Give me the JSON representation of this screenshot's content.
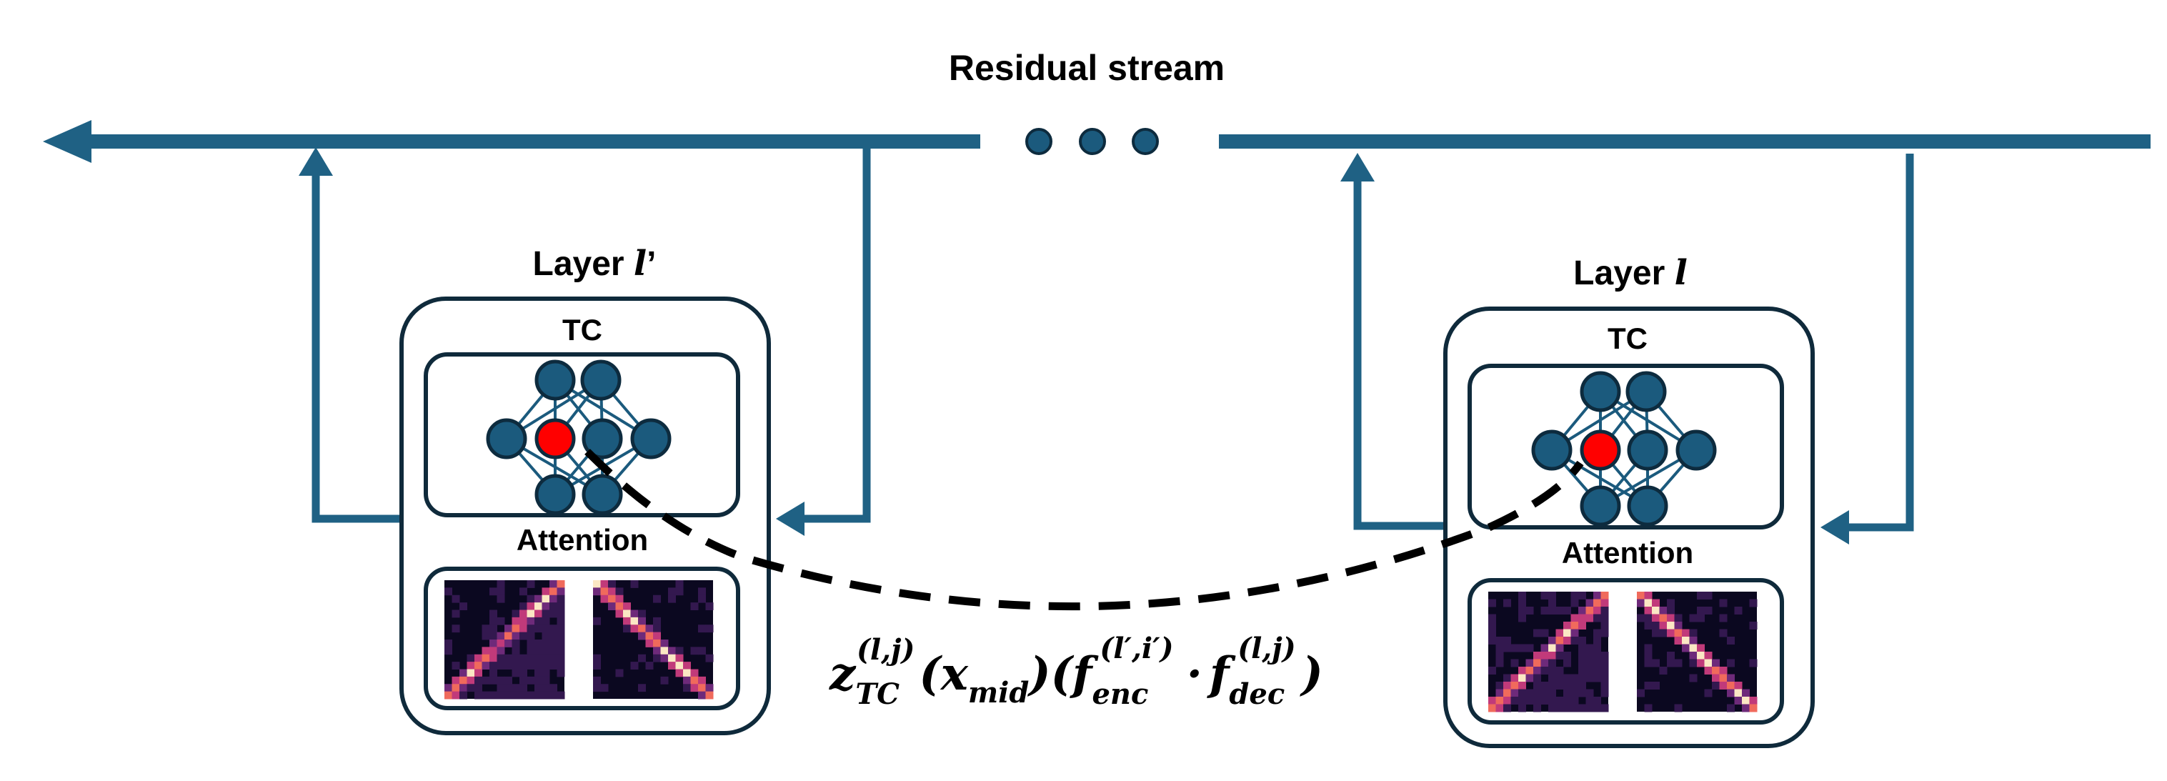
{
  "title": "Residual stream",
  "ellipsis_dots": 3,
  "layers": [
    {
      "id": "left",
      "label_prefix": "Layer ",
      "label_var": "l",
      "label_suffix": "’",
      "tc_label": "TC",
      "attn_label": "Attention"
    },
    {
      "id": "right",
      "label_prefix": "Layer ",
      "label_var": "l",
      "label_suffix": "",
      "tc_label": "TC",
      "attn_label": "Attention"
    }
  ],
  "formula": {
    "z": "z",
    "z_sub": "TC",
    "z_sup": "(l,j)",
    "x_open": "(",
    "x": "x",
    "x_sub": "mid",
    "x_close": ")",
    "f_open": "(",
    "f1": "f",
    "f1_sub": "enc",
    "f1_sup": "(l′,i′)",
    "dot": "·",
    "f2": "f",
    "f2_sub": "dec",
    "f2_sup": "(l,j)",
    "f_close": ")"
  },
  "colors": {
    "stream": "#1f6184",
    "node": "#1b5a7d",
    "node_stroke": "#0d2b3e",
    "box": "#0f2a3b",
    "highlight": "#ff0000",
    "heatmap_bg": "#0b0820"
  },
  "icons": {
    "arrow": "arrowhead-icon",
    "neuron": "neuron-circle-icon"
  }
}
